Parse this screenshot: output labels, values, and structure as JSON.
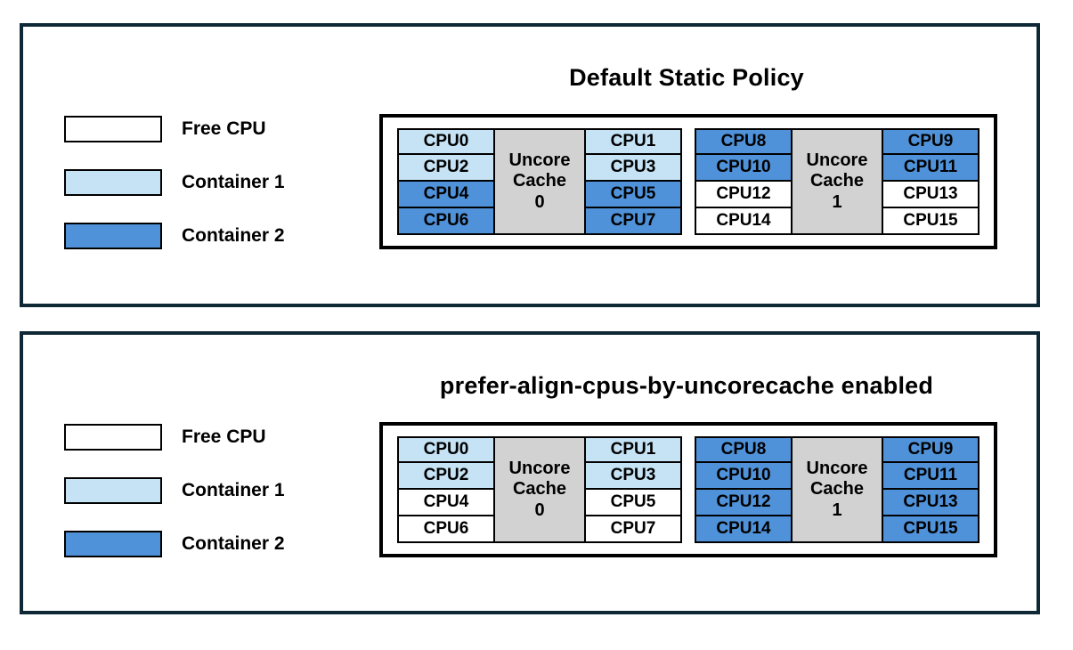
{
  "colors": {
    "panel_border": "#0e2836",
    "cell_border": "#000000",
    "free_cpu_fill": "#ffffff",
    "container1_fill": "#c5e3f4",
    "container2_fill": "#4f92d9",
    "uncore_cache_fill": "#d2d2d2",
    "text": "#000000"
  },
  "legend": {
    "items": [
      {
        "id": "free",
        "label": "Free CPU"
      },
      {
        "id": "container1",
        "label": "Container 1"
      },
      {
        "id": "container2",
        "label": "Container 2"
      }
    ]
  },
  "panels": [
    {
      "id": "default-static-policy",
      "title": "Default Static Policy",
      "uncore_cache_groups": [
        {
          "cache_label_lines": [
            "Uncore",
            "Cache",
            "0"
          ],
          "left_column": [
            {
              "label": "CPU0",
              "owner": "container1"
            },
            {
              "label": "CPU2",
              "owner": "container1"
            },
            {
              "label": "CPU4",
              "owner": "container2"
            },
            {
              "label": "CPU6",
              "owner": "container2"
            }
          ],
          "right_column": [
            {
              "label": "CPU1",
              "owner": "container1"
            },
            {
              "label": "CPU3",
              "owner": "container1"
            },
            {
              "label": "CPU5",
              "owner": "container2"
            },
            {
              "label": "CPU7",
              "owner": "container2"
            }
          ]
        },
        {
          "cache_label_lines": [
            "Uncore",
            "Cache",
            "1"
          ],
          "left_column": [
            {
              "label": "CPU8",
              "owner": "container2"
            },
            {
              "label": "CPU10",
              "owner": "container2"
            },
            {
              "label": "CPU12",
              "owner": "free"
            },
            {
              "label": "CPU14",
              "owner": "free"
            }
          ],
          "right_column": [
            {
              "label": "CPU9",
              "owner": "container2"
            },
            {
              "label": "CPU11",
              "owner": "container2"
            },
            {
              "label": "CPU13",
              "owner": "free"
            },
            {
              "label": "CPU15",
              "owner": "free"
            }
          ]
        }
      ]
    },
    {
      "id": "prefer-align-cpus-by-uncorecache",
      "title": "prefer-align-cpus-by-uncorecache enabled",
      "uncore_cache_groups": [
        {
          "cache_label_lines": [
            "Uncore",
            "Cache",
            "0"
          ],
          "left_column": [
            {
              "label": "CPU0",
              "owner": "container1"
            },
            {
              "label": "CPU2",
              "owner": "container1"
            },
            {
              "label": "CPU4",
              "owner": "free"
            },
            {
              "label": "CPU6",
              "owner": "free"
            }
          ],
          "right_column": [
            {
              "label": "CPU1",
              "owner": "container1"
            },
            {
              "label": "CPU3",
              "owner": "container1"
            },
            {
              "label": "CPU5",
              "owner": "free"
            },
            {
              "label": "CPU7",
              "owner": "free"
            }
          ]
        },
        {
          "cache_label_lines": [
            "Uncore",
            "Cache",
            "1"
          ],
          "left_column": [
            {
              "label": "CPU8",
              "owner": "container2"
            },
            {
              "label": "CPU10",
              "owner": "container2"
            },
            {
              "label": "CPU12",
              "owner": "container2"
            },
            {
              "label": "CPU14",
              "owner": "container2"
            }
          ],
          "right_column": [
            {
              "label": "CPU9",
              "owner": "container2"
            },
            {
              "label": "CPU11",
              "owner": "container2"
            },
            {
              "label": "CPU13",
              "owner": "container2"
            },
            {
              "label": "CPU15",
              "owner": "container2"
            }
          ]
        }
      ]
    }
  ]
}
